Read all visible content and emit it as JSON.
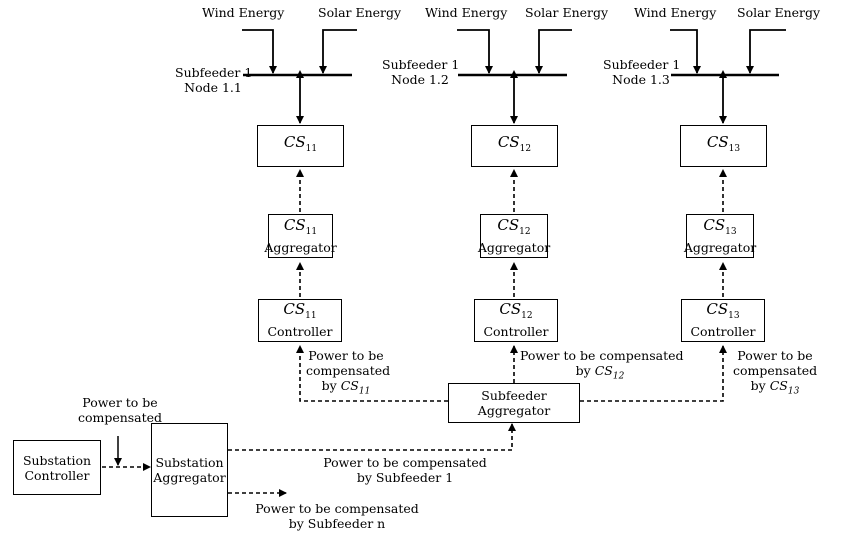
{
  "sources": {
    "wind": "Wind Energy",
    "solar": "Solar Energy"
  },
  "nodes": [
    {
      "subfeeder": "Subfeeder 1",
      "node": "Node 1.1",
      "cs": "CS",
      "sub": "11",
      "aggregator": "Aggregator",
      "controller": "Controller",
      "power1": "Power to be",
      "power2": "compensated",
      "power3": "by "
    },
    {
      "subfeeder": "Subfeeder 1",
      "node": "Node 1.2",
      "cs": "CS",
      "sub": "12",
      "aggregator": "Aggregator",
      "controller": "Controller",
      "power1": "Power to be compensated",
      "power2": "by "
    },
    {
      "subfeeder": "Subfeeder 1",
      "node": "Node 1.3",
      "cs": "CS",
      "sub": "13",
      "aggregator": "Aggregator",
      "controller": "Controller",
      "power1": "Power to be",
      "power2": "compensated",
      "power3": "by "
    }
  ],
  "subfeeder_aggregator": {
    "line1": "Subfeeder",
    "line2": "Aggregator"
  },
  "substation_controller": {
    "line1": "Substation",
    "line2": "Controller"
  },
  "substation_aggregator": {
    "line1": "Substation",
    "line2": "Aggregator"
  },
  "labels": {
    "sub_input1": "Power to be",
    "sub_input2": "compensated",
    "sf1_1": "Power to be compensated",
    "sf1_2": "by Subfeeder 1",
    "sfn_1": "Power to be compensated",
    "sfn_2": "by Subfeeder n"
  }
}
